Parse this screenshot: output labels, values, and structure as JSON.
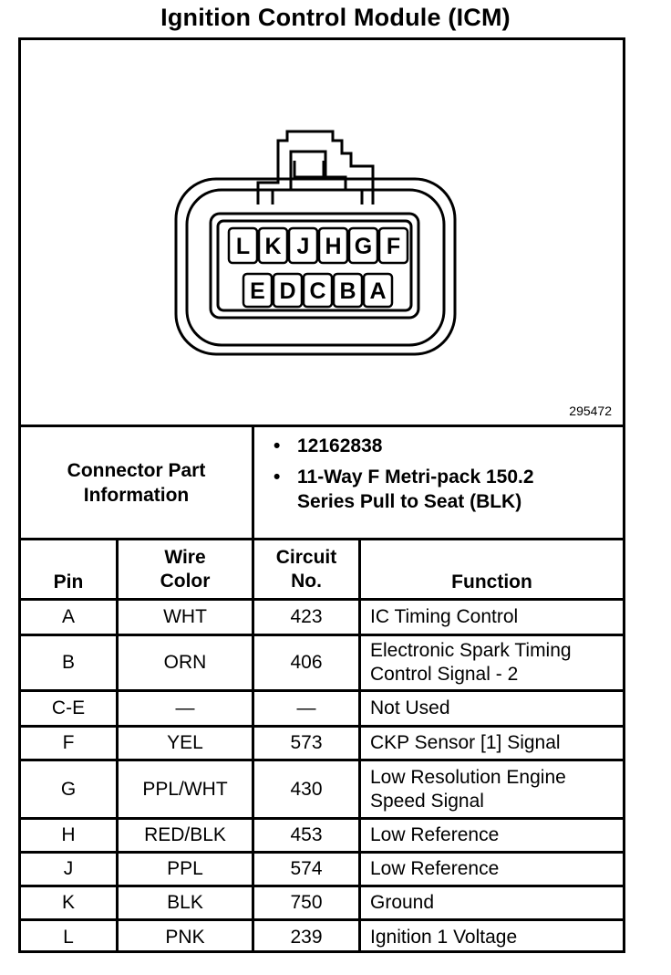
{
  "title": "Ignition Control Module (ICM)",
  "figure_number": "295472",
  "connector_pins": {
    "top_row": [
      "L",
      "K",
      "J",
      "H",
      "G",
      "F"
    ],
    "bottom_row": [
      "E",
      "D",
      "C",
      "B",
      "A"
    ]
  },
  "connector_info": {
    "label": "Connector Part Information",
    "items": [
      "12162838",
      "11-Way F Metri-pack 150.2 Series Pull to Seat (BLK)"
    ]
  },
  "table": {
    "headers": {
      "pin": "Pin",
      "wire_color": "Wire Color",
      "circuit_no": "Circuit No.",
      "function": "Function"
    },
    "rows": [
      {
        "pin": "A",
        "wire_color": "WHT",
        "circuit_no": "423",
        "function": "IC Timing Control"
      },
      {
        "pin": "B",
        "wire_color": "ORN",
        "circuit_no": "406",
        "function": "Electronic Spark Timing Control Signal - 2"
      },
      {
        "pin": "C-E",
        "wire_color": "—",
        "circuit_no": "—",
        "function": "Not Used"
      },
      {
        "pin": "F",
        "wire_color": "YEL",
        "circuit_no": "573",
        "function": "CKP Sensor [1] Signal"
      },
      {
        "pin": "G",
        "wire_color": "PPL/WHT",
        "circuit_no": "430",
        "function": "Low Resolution Engine Speed Signal"
      },
      {
        "pin": "H",
        "wire_color": "RED/BLK",
        "circuit_no": "453",
        "function": "Low Reference"
      },
      {
        "pin": "J",
        "wire_color": "PPL",
        "circuit_no": "574",
        "function": "Low Reference"
      },
      {
        "pin": "K",
        "wire_color": "BLK",
        "circuit_no": "750",
        "function": "Ground"
      },
      {
        "pin": "L",
        "wire_color": "PNK",
        "circuit_no": "239",
        "function": "Ignition 1 Voltage"
      }
    ]
  }
}
